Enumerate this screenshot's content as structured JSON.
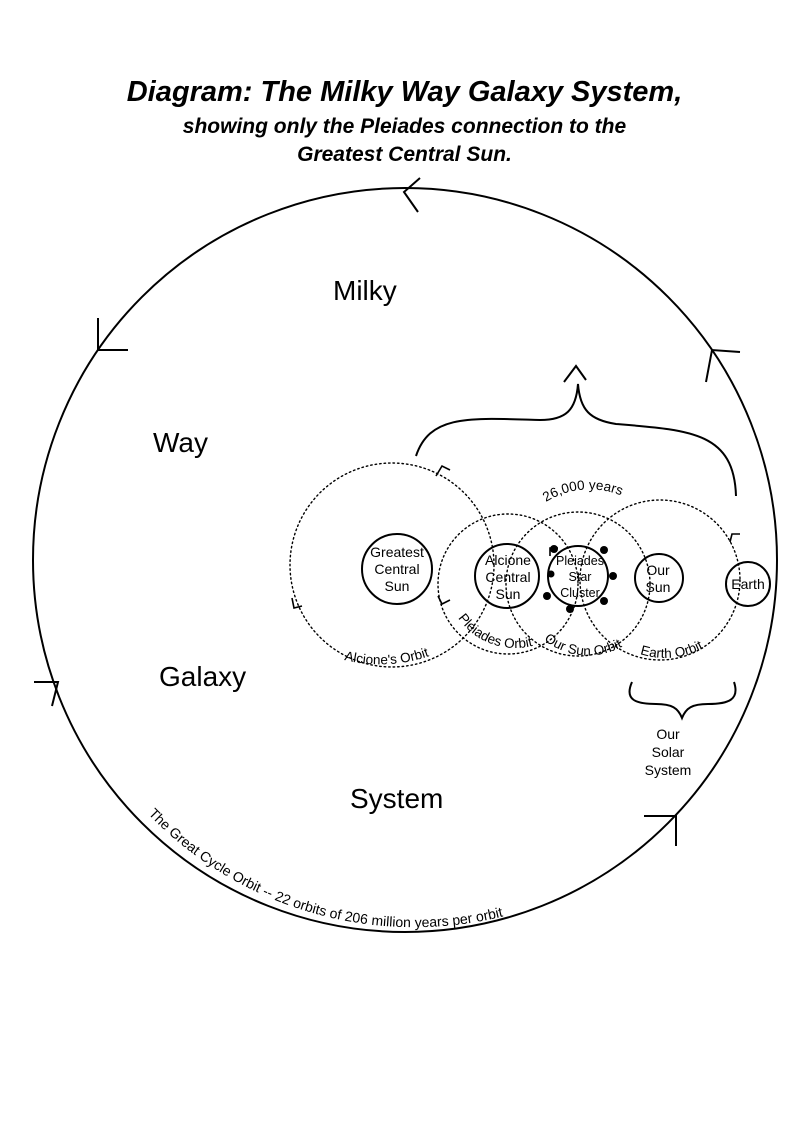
{
  "title": {
    "line1": "Diagram:  The Milky Way Galaxy System,",
    "line2": "showing only the Pleiades connection to the",
    "line3": "Greatest Central Sun."
  },
  "galaxy_words": [
    "Milky",
    "Way",
    "Galaxy",
    "System"
  ],
  "bodies": {
    "greatest": [
      "Greatest",
      "Central",
      "Sun"
    ],
    "alcione": [
      "Alcione",
      "Central",
      "Sun"
    ],
    "pleiades": [
      "Pleiades",
      "Star",
      "Cluster"
    ],
    "our_sun": [
      "Our",
      "Sun"
    ],
    "earth": "Earth"
  },
  "orbits": {
    "alcione": "Alcione's Orbit",
    "pleiades": "Pleiades Orbit",
    "our_sun": "Our Sun Orbit",
    "earth": "Earth Orbit",
    "years_26000": "26,000 years",
    "great_cycle": "The Great Cycle Orbit -- 22 orbits of 206 million years per orbit"
  },
  "solar_system": [
    "Our",
    "Solar",
    "System"
  ]
}
